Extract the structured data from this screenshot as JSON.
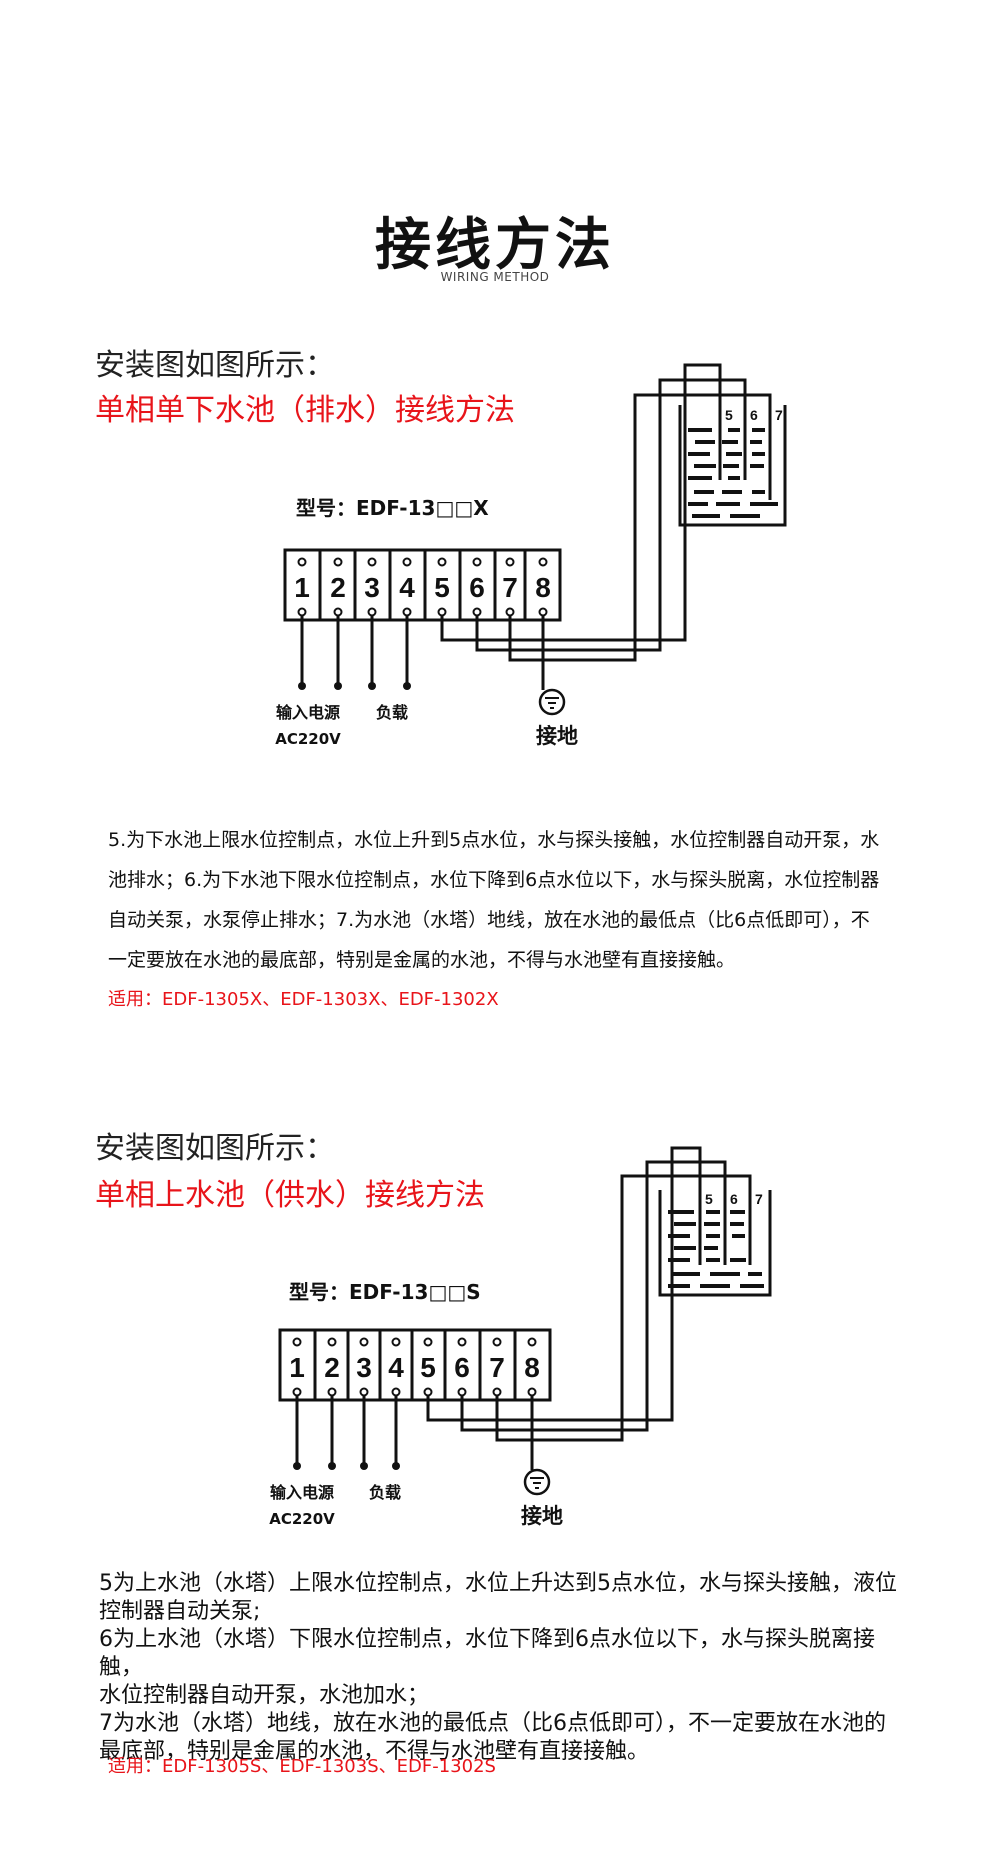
{
  "header": {
    "title": "接线方法",
    "subtitle": "WIRING METHOD"
  },
  "section1": {
    "heading": "安装图如图所示：",
    "title_red": "单相单下水池（排水）接线方法",
    "model": "型号：EDF-13□□X",
    "terminals": [
      "1",
      "2",
      "3",
      "4",
      "5",
      "6",
      "7",
      "8"
    ],
    "tank_labels": [
      "5",
      "6",
      "7"
    ],
    "power_label": "输入电源",
    "voltage_label": "AC220V",
    "load_label": "负载",
    "ground_label": "接地",
    "description": "5.为下水池上限水位控制点，水位上升到5点水位，水与探头接触，水位控制器自动开泵，水池排水；6.为下水池下限水位控制点，水位下降到6点水位以下，水与探头脱离，水位控制器自动关泵，水泵停止排水；7.为水池（水塔）地线，放在水池的最低点（比6点低即可），不一定要放在水池的最底部，特别是金属的水池，不得与水池壁有直接接触。",
    "applicable": "适用：EDF-1305X、EDF-1303X、EDF-1302X"
  },
  "section2": {
    "heading": "安装图如图所示：",
    "title_red": "单相上水池（供水）接线方法",
    "model": "型号：EDF-13□□S",
    "terminals": [
      "1",
      "2",
      "3",
      "4",
      "5",
      "6",
      "7",
      "8"
    ],
    "tank_labels": [
      "5",
      "6",
      "7"
    ],
    "power_label": "输入电源",
    "voltage_label": "AC220V",
    "load_label": "负载",
    "ground_label": "接地",
    "description_lines": [
      "5为上水池（水塔）上限水位控制点，水位上升达到5点水位，水与探头接触，液位",
      "控制器自动关泵;",
      "6为上水池（水塔）下限水位控制点，水位下降到6点水位以下，水与探头脱离接触，",
      "水位控制器自动开泵，水池加水；",
      "7为水池（水塔）地线，放在水池的最低点（比6点低即可），不一定要放在水池的",
      "最底部，特别是金属的水池，不得与水池壁有直接接触。"
    ],
    "applicable": "适用：EDF-1305S、EDF-1303S、EDF-1302S"
  }
}
